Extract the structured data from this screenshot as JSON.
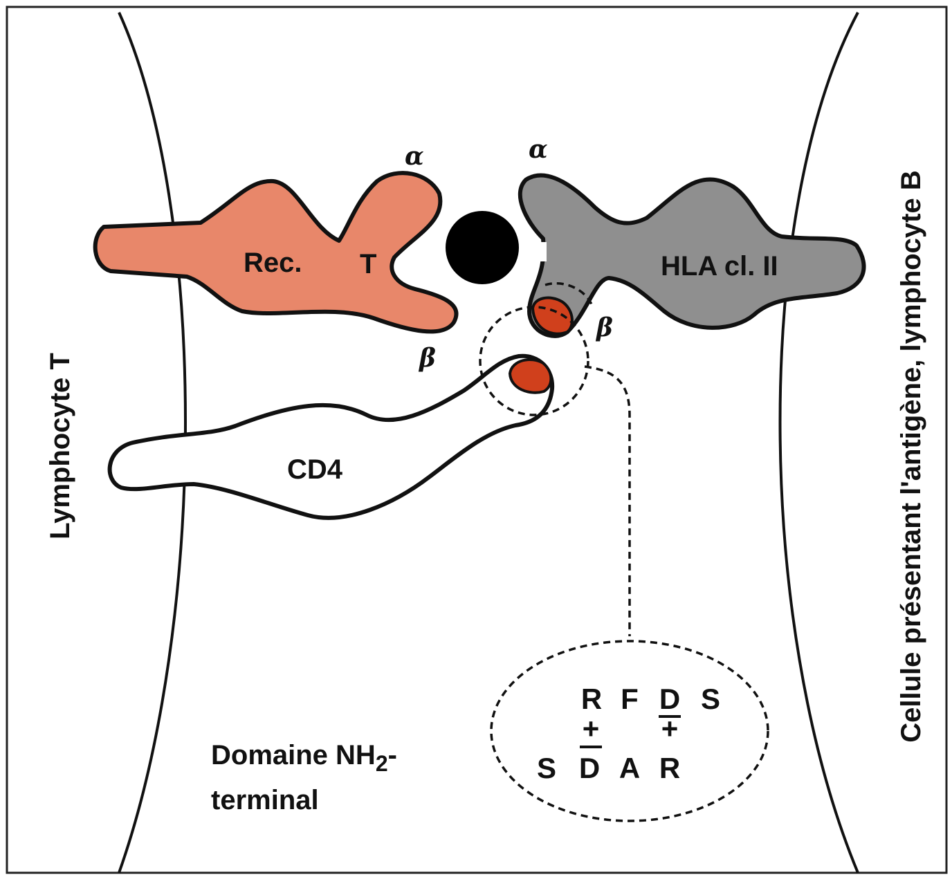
{
  "labels": {
    "left_cell": "Lymphocyte T",
    "right_cell": "Cellule présentant l'antigène, lymphocyte B",
    "tcr": {
      "rec": "Rec.",
      "t": "T",
      "alpha": "α",
      "beta": "β"
    },
    "hla": {
      "name": "HLA cl. II",
      "alpha": "α",
      "beta": "β"
    },
    "cd4": "CD4",
    "domain_line1_a": "Domaine NH",
    "domain_line1_sub": "2",
    "domain_line1_b": "-",
    "domain_line2": "terminal"
  },
  "sequence": {
    "row1": [
      "R",
      "F",
      "D",
      "S"
    ],
    "row2": [
      "S",
      "D",
      "A",
      "R"
    ],
    "charges": [
      "+",
      "+"
    ]
  },
  "colors": {
    "tcr_fill": "#e8876a",
    "hla_fill": "#8f8f8f",
    "contact_fill": "#d0401c",
    "antigen": "#000000",
    "line": "#111111"
  }
}
